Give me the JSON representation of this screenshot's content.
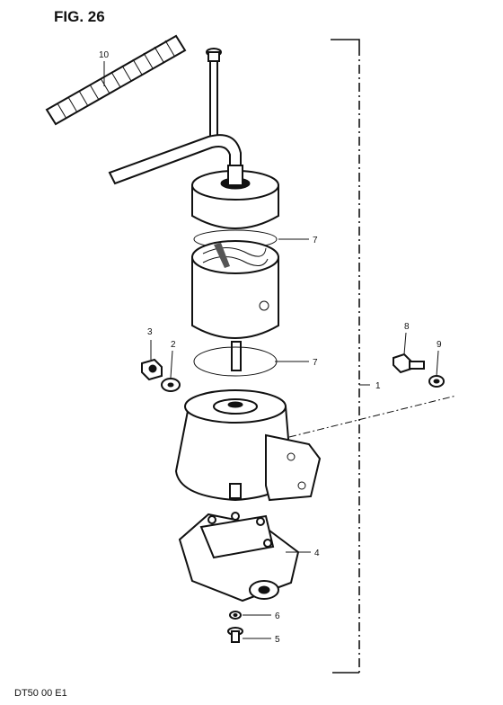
{
  "figure": {
    "title": "FIG. 26",
    "code": "DT50 00 E1"
  },
  "callouts": [
    {
      "id": "10",
      "label": "10"
    },
    {
      "id": "7a",
      "label": "7"
    },
    {
      "id": "3",
      "label": "3"
    },
    {
      "id": "2",
      "label": "2"
    },
    {
      "id": "7b",
      "label": "7"
    },
    {
      "id": "8",
      "label": "8"
    },
    {
      "id": "9",
      "label": "9"
    },
    {
      "id": "1",
      "label": "1"
    },
    {
      "id": "4",
      "label": "4"
    },
    {
      "id": "6",
      "label": "6"
    },
    {
      "id": "5",
      "label": "5"
    }
  ]
}
